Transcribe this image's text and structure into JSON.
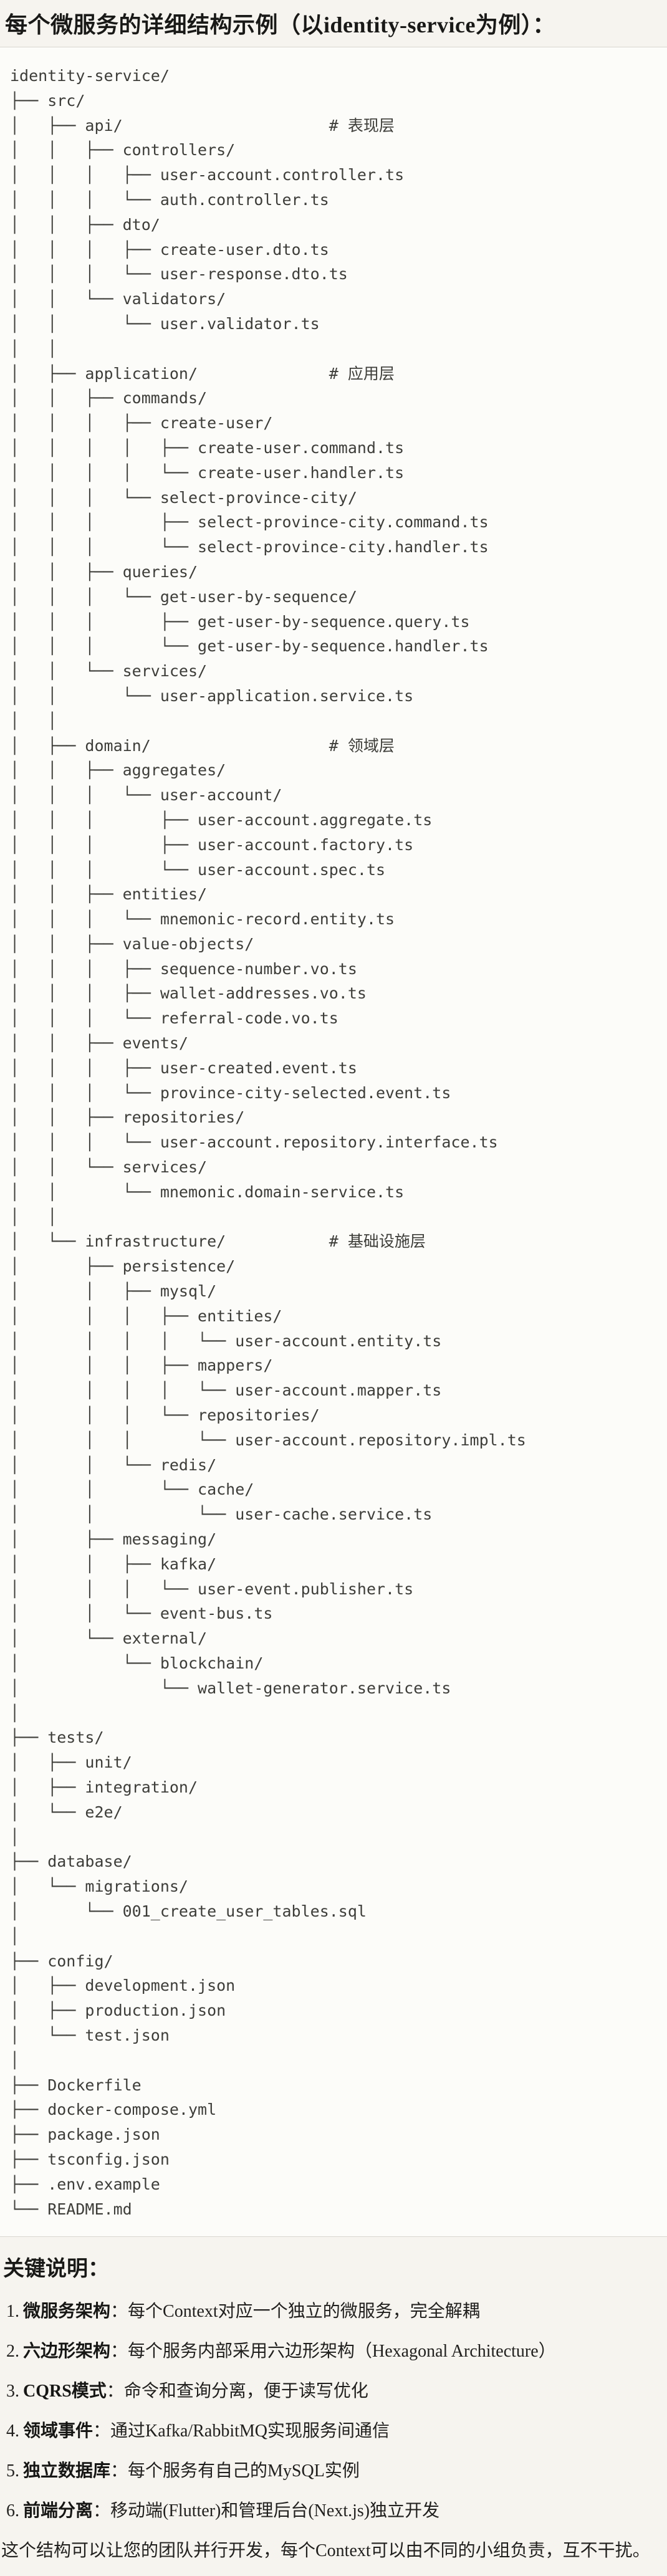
{
  "page": {
    "title": "每个微服务的详细结构示例（以identity-service为例）：",
    "background_color": "#f6f4ef",
    "code_background_color": "#fcfcf9",
    "code_border_color": "#d9d6d0",
    "code_text_color": "#3d3d39"
  },
  "code_block": {
    "language": "plaintext-tree",
    "lines": [
      "identity-service/",
      "├── src/",
      "│   ├── api/                      # 表现层",
      "│   │   ├── controllers/",
      "│   │   │   ├── user-account.controller.ts",
      "│   │   │   └── auth.controller.ts",
      "│   │   ├── dto/",
      "│   │   │   ├── create-user.dto.ts",
      "│   │   │   └── user-response.dto.ts",
      "│   │   └── validators/",
      "│   │       └── user.validator.ts",
      "│   │",
      "│   ├── application/              # 应用层",
      "│   │   ├── commands/",
      "│   │   │   ├── create-user/",
      "│   │   │   │   ├── create-user.command.ts",
      "│   │   │   │   └── create-user.handler.ts",
      "│   │   │   └── select-province-city/",
      "│   │   │       ├── select-province-city.command.ts",
      "│   │   │       └── select-province-city.handler.ts",
      "│   │   ├── queries/",
      "│   │   │   └── get-user-by-sequence/",
      "│   │   │       ├── get-user-by-sequence.query.ts",
      "│   │   │       └── get-user-by-sequence.handler.ts",
      "│   │   └── services/",
      "│   │       └── user-application.service.ts",
      "│   │",
      "│   ├── domain/                   # 领域层",
      "│   │   ├── aggregates/",
      "│   │   │   └── user-account/",
      "│   │   │       ├── user-account.aggregate.ts",
      "│   │   │       ├── user-account.factory.ts",
      "│   │   │       └── user-account.spec.ts",
      "│   │   ├── entities/",
      "│   │   │   └── mnemonic-record.entity.ts",
      "│   │   ├── value-objects/",
      "│   │   │   ├── sequence-number.vo.ts",
      "│   │   │   ├── wallet-addresses.vo.ts",
      "│   │   │   └── referral-code.vo.ts",
      "│   │   ├── events/",
      "│   │   │   ├── user-created.event.ts",
      "│   │   │   └── province-city-selected.event.ts",
      "│   │   ├── repositories/",
      "│   │   │   └── user-account.repository.interface.ts",
      "│   │   └── services/",
      "│   │       └── mnemonic.domain-service.ts",
      "│   │",
      "│   └── infrastructure/           # 基础设施层",
      "│       ├── persistence/",
      "│       │   ├── mysql/",
      "│       │   │   ├── entities/",
      "│       │   │   │   └── user-account.entity.ts",
      "│       │   │   ├── mappers/",
      "│       │   │   │   └── user-account.mapper.ts",
      "│       │   │   └── repositories/",
      "│       │   │       └── user-account.repository.impl.ts",
      "│       │   └── redis/",
      "│       │       └── cache/",
      "│       │           └── user-cache.service.ts",
      "│       ├── messaging/",
      "│       │   ├── kafka/",
      "│       │   │   └── user-event.publisher.ts",
      "│       │   └── event-bus.ts",
      "│       └── external/",
      "│           └── blockchain/",
      "│               └── wallet-generator.service.ts",
      "│",
      "├── tests/",
      "│   ├── unit/",
      "│   ├── integration/",
      "│   └── e2e/",
      "│",
      "├── database/",
      "│   └── migrations/",
      "│       └── 001_create_user_tables.sql",
      "│",
      "├── config/",
      "│   ├── development.json",
      "│   ├── production.json",
      "│   └── test.json",
      "│",
      "├── Dockerfile",
      "├── docker-compose.yml",
      "├── package.json",
      "├── tsconfig.json",
      "├── .env.example",
      "└── README.md"
    ]
  },
  "notes": {
    "heading": "关键说明：",
    "items": [
      {
        "num": "1.",
        "label": "微服务架构",
        "sep": "：",
        "text": "每个Context对应一个独立的微服务，完全解耦"
      },
      {
        "num": "2.",
        "label": "六边形架构",
        "sep": "：",
        "text": "每个服务内部采用六边形架构（Hexagonal Architecture）"
      },
      {
        "num": "3.",
        "label": "CQRS模式",
        "sep": "：",
        "text": "命令和查询分离，便于读写优化"
      },
      {
        "num": "4.",
        "label": "领域事件",
        "sep": "：",
        "text": "通过Kafka/RabbitMQ实现服务间通信"
      },
      {
        "num": "5.",
        "label": "独立数据库",
        "sep": "：",
        "text": "每个服务有自己的MySQL实例"
      },
      {
        "num": "6.",
        "label": "前端分离",
        "sep": "：",
        "text": "移动端(Flutter)和管理后台(Next.js)独立开发"
      }
    ],
    "footer": "这个结构可以让您的团队并行开发，每个Context可以由不同的小组负责，互不干扰。"
  }
}
